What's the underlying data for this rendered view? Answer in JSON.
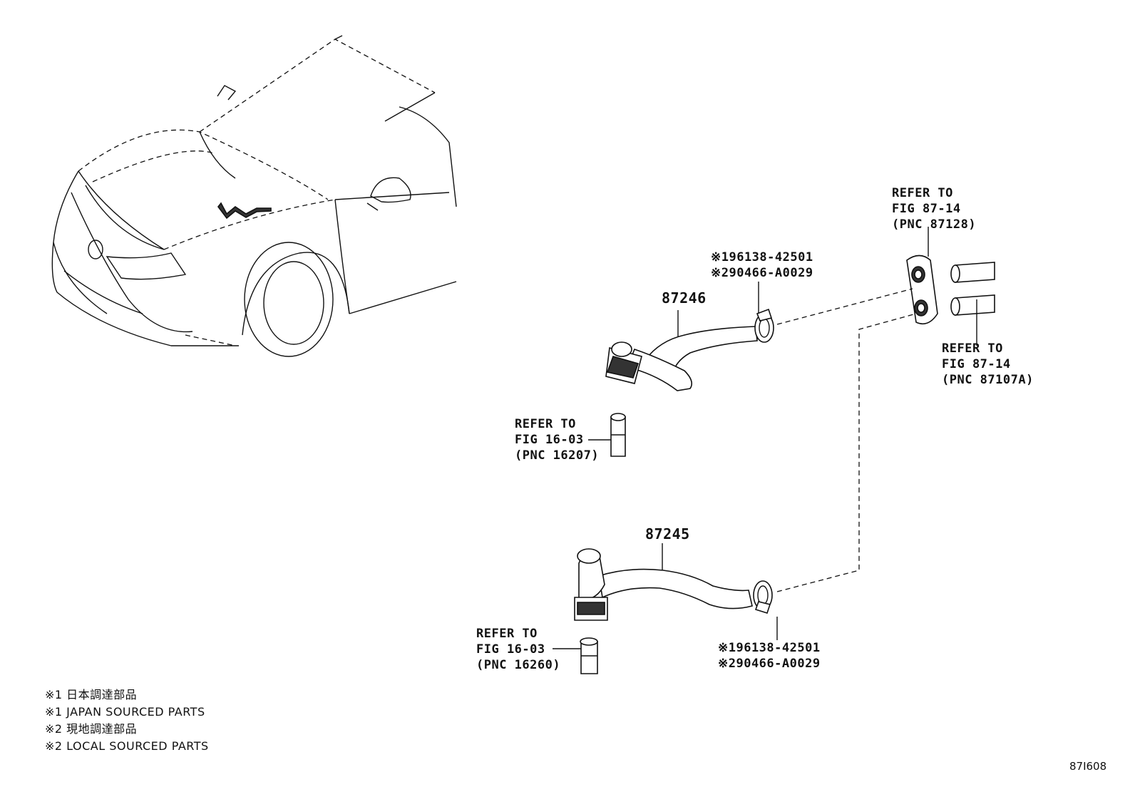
{
  "refs": {
    "upper_right_grommet": [
      "REFER TO",
      "FIG 87-14",
      "(PNC 87128)"
    ],
    "upper_right_pipe": [
      "REFER TO",
      "FIG 87-14",
      "(PNC 87107A)"
    ],
    "upper_left_pipe": [
      "REFER TO",
      "FIG 16-03",
      "(PNC 16207)"
    ],
    "lower_left_pipe": [
      "REFER TO",
      "FIG 16-03",
      "(PNC 16260)"
    ]
  },
  "parts": {
    "upper_hose": "87246",
    "lower_hose": "87245",
    "upper_clamp": [
      "※196138-42501",
      "※290466-A0029"
    ],
    "lower_clamp": [
      "※196138-42501",
      "※290466-A0029"
    ]
  },
  "legend": [
    "※1 日本調達部品",
    "※1 JAPAN SOURCED PARTS",
    "※2 現地調達部品",
    "※2 LOCAL SOURCED PARTS"
  ],
  "figure_id": "87I608"
}
